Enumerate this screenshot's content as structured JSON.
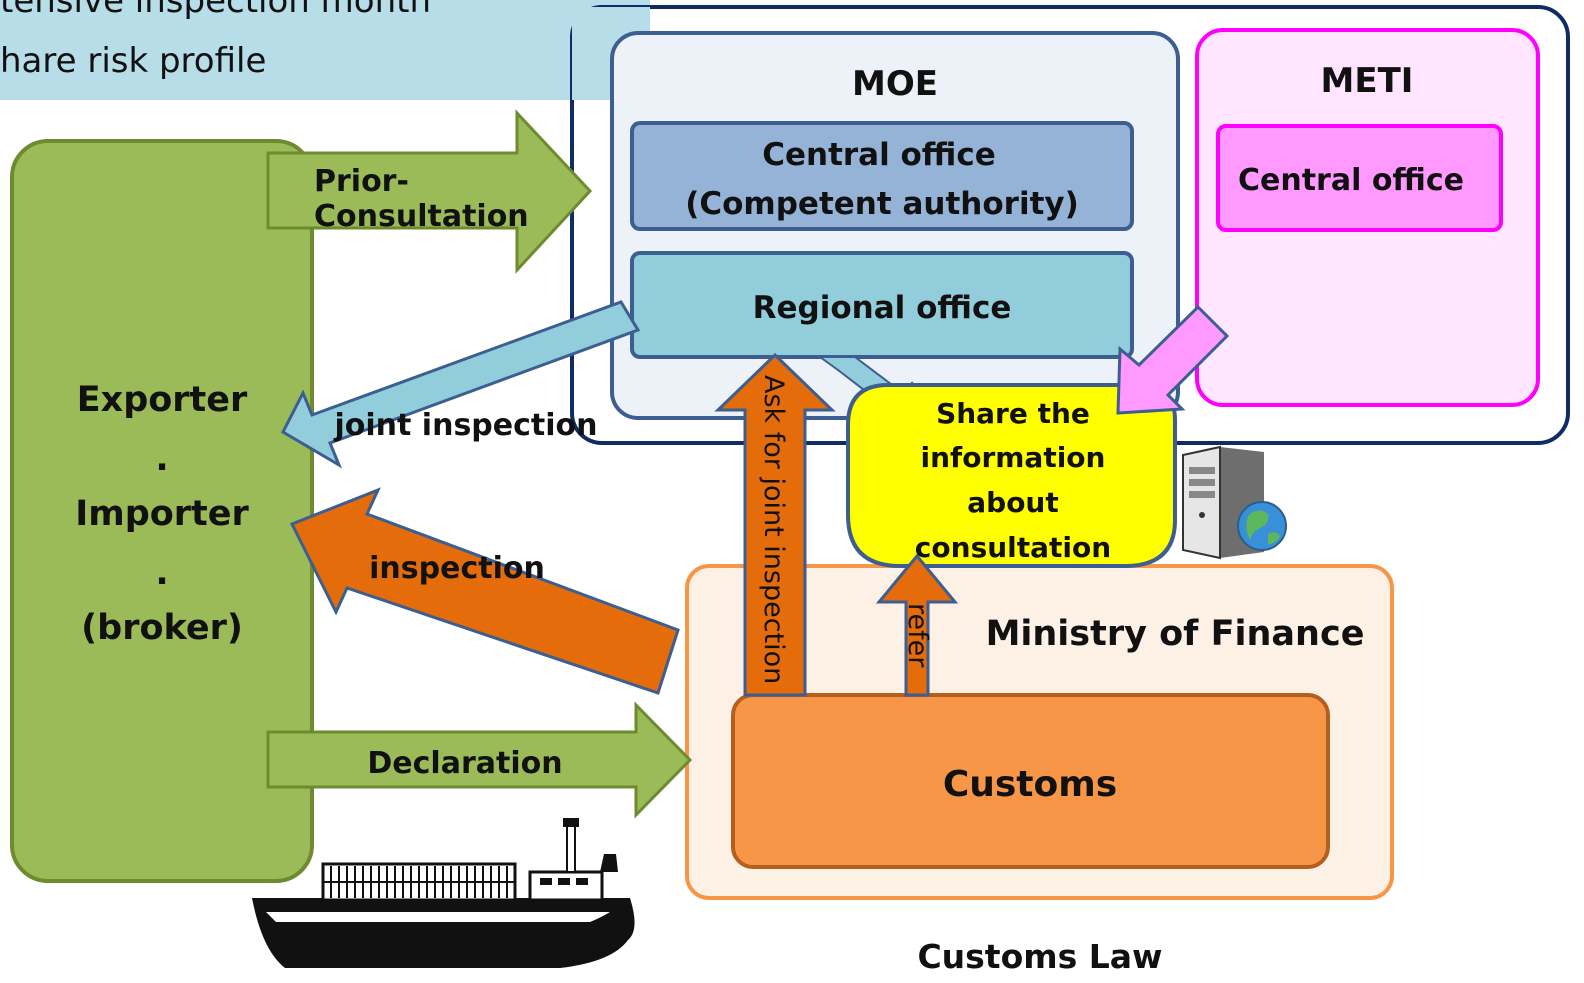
{
  "notes": {
    "line1": "tensive inspection month",
    "line2": "hare risk profile"
  },
  "moe": {
    "title": "MOE",
    "central_office_line1": "Central office",
    "central_office_line2": "(Competent authority)",
    "regional_office": "Regional office"
  },
  "meti": {
    "title": "METI",
    "central_office": "Central office"
  },
  "exporter": {
    "line1": "Exporter",
    "sep1": ".",
    "line2": "Importer",
    "sep2": ".",
    "line3": "(broker)"
  },
  "arrows": {
    "prior_line1": "Prior-",
    "prior_line2": "Consultation",
    "joint_inspection": "joint inspection",
    "inspection": "inspection",
    "declaration": "Declaration",
    "ask_joint": "Ask for joint inspection",
    "refer": "refer"
  },
  "share_info": {
    "line1": "Share the",
    "line2": "information",
    "line3": "about",
    "line4": "consultation"
  },
  "finance": {
    "title": "Ministry of Finance",
    "customs": "Customs"
  },
  "footer": {
    "customs_law": "Customs Law"
  },
  "colors": {
    "green": "#9BBB59",
    "orange_arrow": "#E46C0A",
    "light_blue": "#92CDDC",
    "pink": "#FF99FF",
    "magenta": "#FF00FF",
    "yellow": "#FFFF00",
    "navy": "#0F2C64"
  }
}
